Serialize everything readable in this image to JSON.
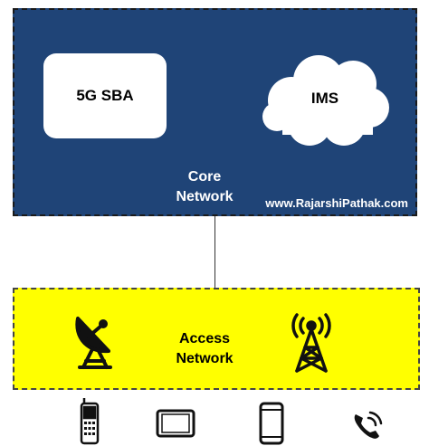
{
  "core_network": {
    "title_line1": "Core",
    "title_line2": "Network",
    "sba_label": "5G SBA",
    "ims_label": "IMS",
    "watermark": "www.RajarshiPathak.com"
  },
  "access_network": {
    "title_line1": "Access",
    "title_line2": "Network"
  },
  "icons": [
    "satellite-dish-icon",
    "cell-tower-icon",
    "feature-phone-icon",
    "tablet-icon",
    "smartphone-icon",
    "phone-call-icon"
  ],
  "colors": {
    "core_bg": "#1f4477",
    "access_bg": "#ffff00",
    "text_on_core": "#ffffff",
    "icon": "#111111"
  }
}
